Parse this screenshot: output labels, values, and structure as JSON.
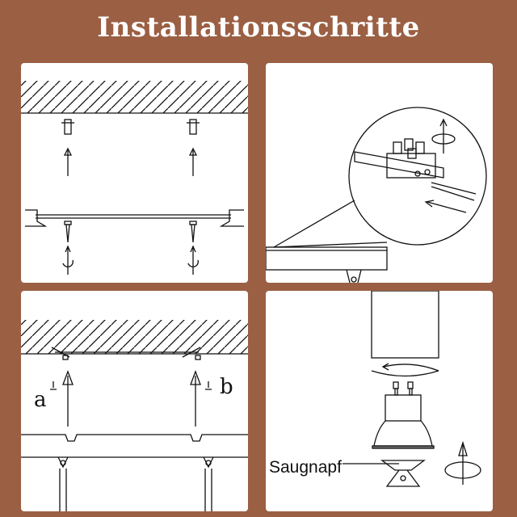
{
  "title": "Installationsschritte",
  "steps": [
    {
      "name": "step-1-mount-brackets"
    },
    {
      "name": "step-2-connect-wires"
    },
    {
      "name": "step-3-attach-lamp",
      "label_a": "a",
      "label_b": "b"
    },
    {
      "name": "step-4-insert-bulb",
      "tool_label": "Saugnapf"
    }
  ],
  "colors": {
    "background": "#9b5f43",
    "panel": "#ffffff",
    "line": "#111111"
  }
}
